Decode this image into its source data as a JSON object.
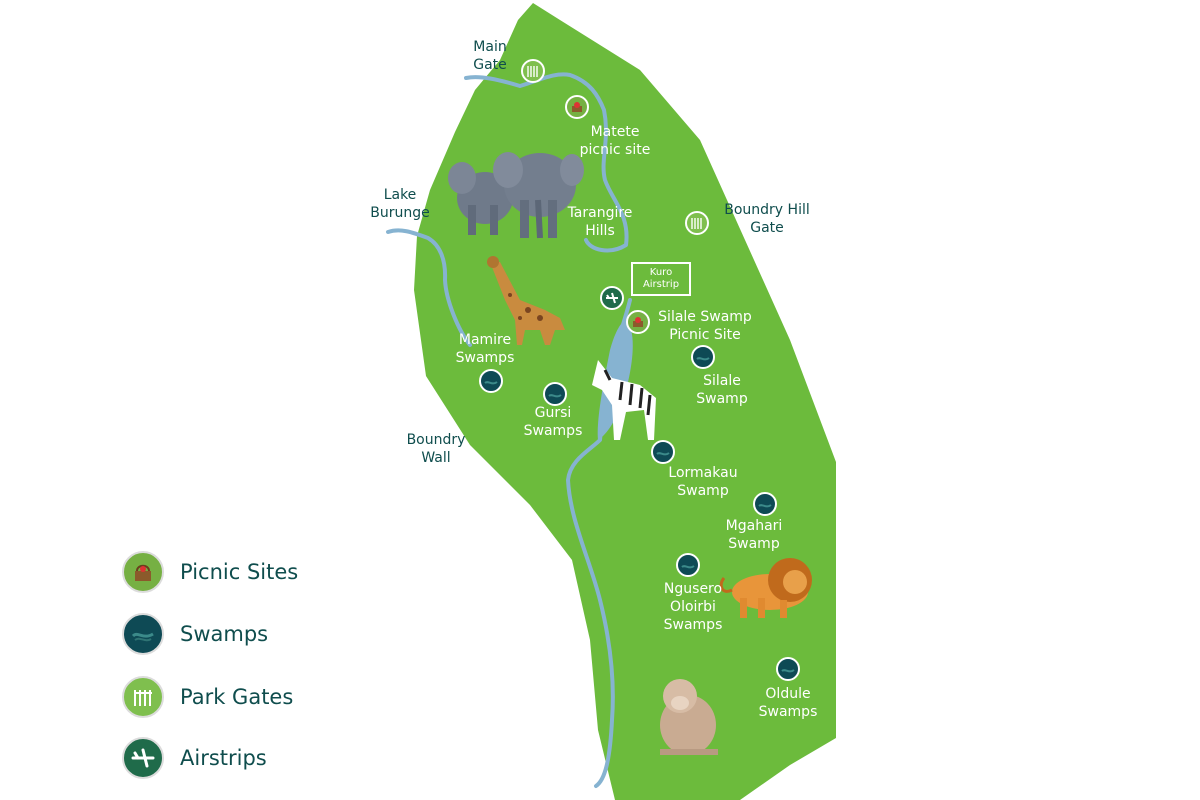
{
  "labels": {
    "main_gate": "Main\nGate",
    "matete": "Matete\npicnic site",
    "lake_burunge": "Lake\nBurunge",
    "tarangire_hills": "Tarangire\nHills",
    "boundry_hill_gate": "Boundry Hill\nGate",
    "kuro_airstrip": "Kuro\nAirstrip",
    "silale_picnic": "Silale Swamp\nPicnic Site",
    "mamire": "Mamire\nSwamps",
    "silale_swamp": "Silale\nSwamp",
    "gursi": "Gursi\nSwamps",
    "boundry_wall": "Boundry\nWall",
    "lormakau": "Lormakau\nSwamp",
    "mgahari": "Mgahari\nSwamp",
    "ngusero": "Ngusero\nOloirbi\nSwamps",
    "oldule": "Oldule\nSwamps"
  },
  "legend": [
    {
      "label": "Picnic Sites",
      "icon": "picnic-basket-icon"
    },
    {
      "label": "Swamps",
      "icon": "swamp-icon"
    },
    {
      "label": "Park Gates",
      "icon": "gate-icon"
    },
    {
      "label": "Airstrips",
      "icon": "airplane-icon"
    }
  ],
  "colors": {
    "park_green": "#6cbb3c",
    "river_blue": "#86b3d1",
    "label_dark": "#0f4d4d",
    "swamp_icon": "#0e4a55"
  }
}
